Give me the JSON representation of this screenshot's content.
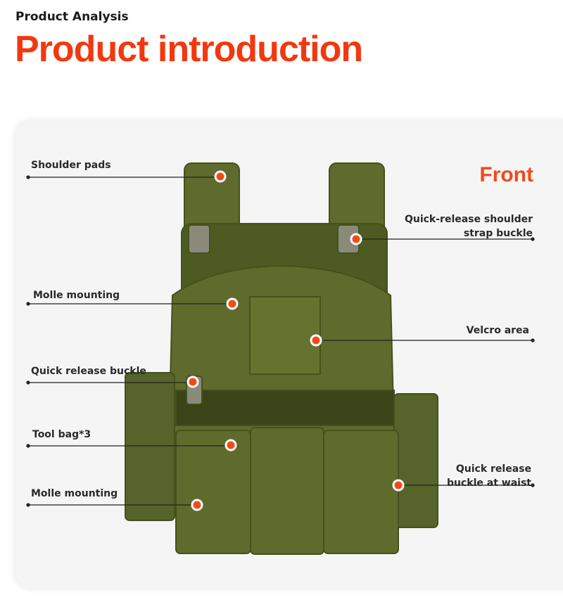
{
  "header": {
    "subtitle": "Product Analysis",
    "title": "Product introduction"
  },
  "view_label": "Front",
  "colors": {
    "accent": "#f2380f",
    "vest": "#5e6b2c",
    "marker": "#f04a1c"
  },
  "callouts": [
    {
      "label": "Shoulder pads"
    },
    {
      "label_line1": "Quick-release shoulder",
      "label_line2": "strap buckle"
    },
    {
      "label": "Molle mounting"
    },
    {
      "label": "Velcro area"
    },
    {
      "label": "Quick release buckle"
    },
    {
      "label": "Tool bag*3"
    },
    {
      "label_line1": "Quick release",
      "label_line2": "buckle at waist"
    },
    {
      "label": "Molle mounting"
    }
  ]
}
